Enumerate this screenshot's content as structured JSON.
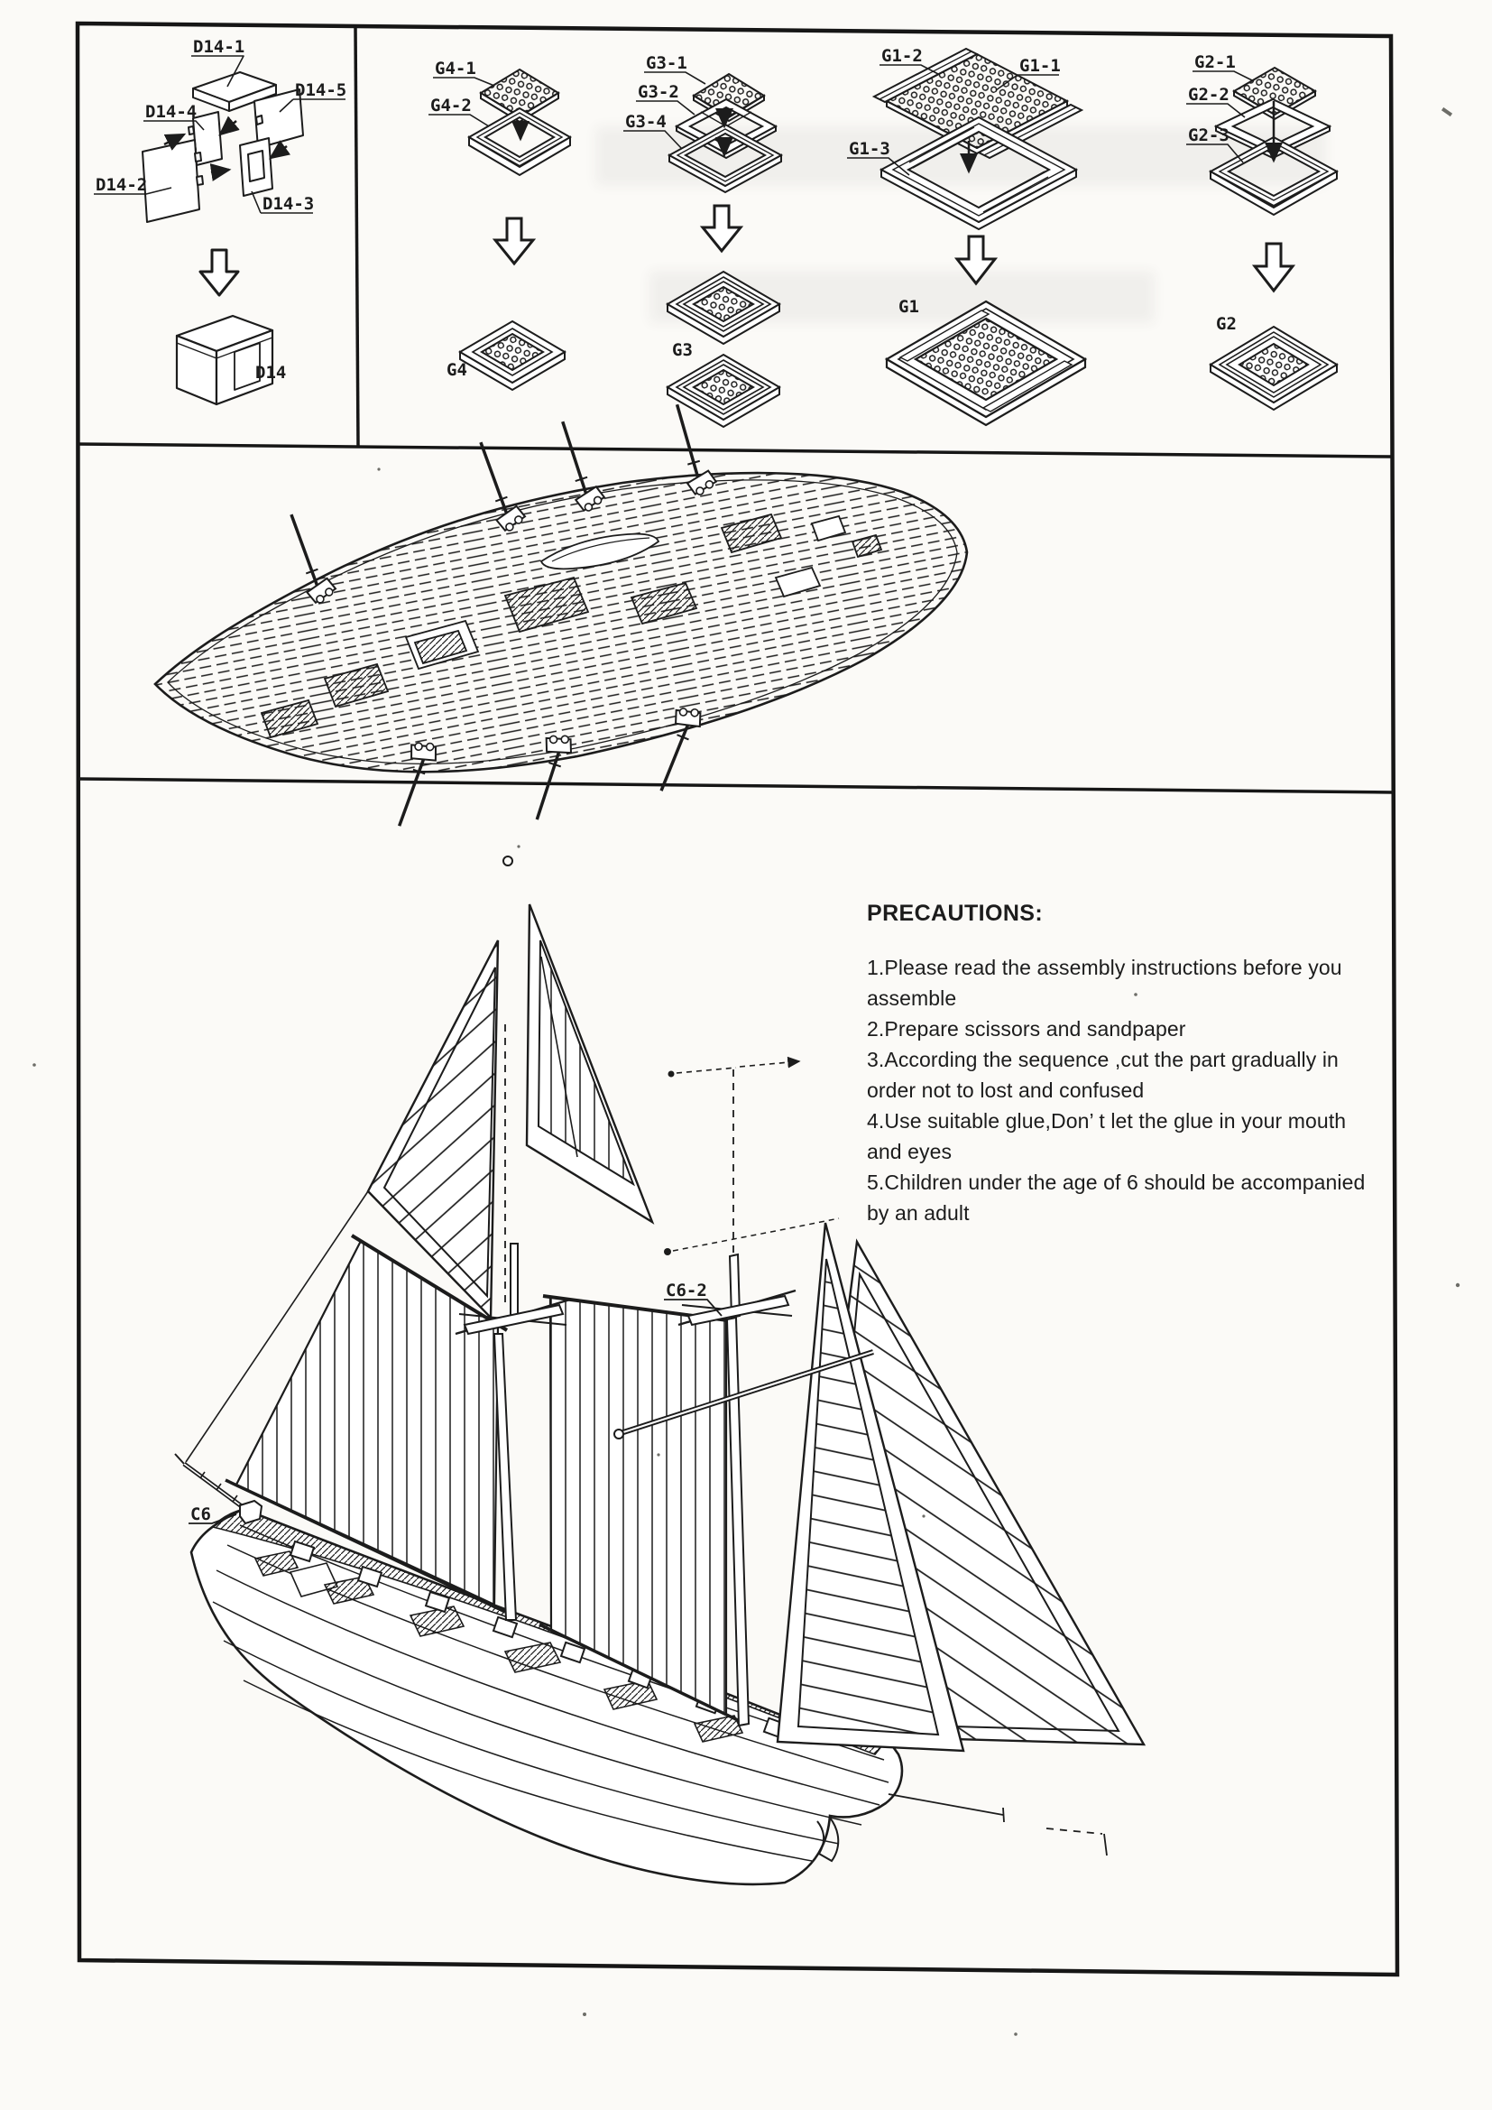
{
  "page": {
    "background": "#fbfaf7",
    "ink": "#1c1c1c"
  },
  "diagrams": {
    "d14": {
      "parts": [
        "D14-1",
        "D14-5",
        "D14-4",
        "D14-2",
        "D14-3"
      ],
      "result": "D14"
    },
    "g4": {
      "parts": [
        "G4-1",
        "G4-2"
      ],
      "result": "G4"
    },
    "g3": {
      "parts": [
        "G3-1",
        "G3-2",
        "G3-4"
      ],
      "result": "G3"
    },
    "g1": {
      "parts": [
        "G1-2",
        "G1-1",
        "G1-3"
      ],
      "result": "G1"
    },
    "g2": {
      "parts": [
        "G2-1",
        "G2-2",
        "G2-3"
      ],
      "result": "G2"
    }
  },
  "ship_labels": {
    "c6": "C6",
    "c6_2": "C6-2"
  },
  "precautions": {
    "title": "PRECAUTIONS:",
    "items": [
      "1.Please read the assembly instructions before you assemble",
      "2.Prepare scissors and sandpaper",
      "3.According the sequence ,cut the part gradually in order not to lost and confused",
      "4.Use suitable glue,Don’ t let the glue in your mouth and eyes",
      "5.Children under the age of 6 should be accompanied by an adult"
    ]
  }
}
